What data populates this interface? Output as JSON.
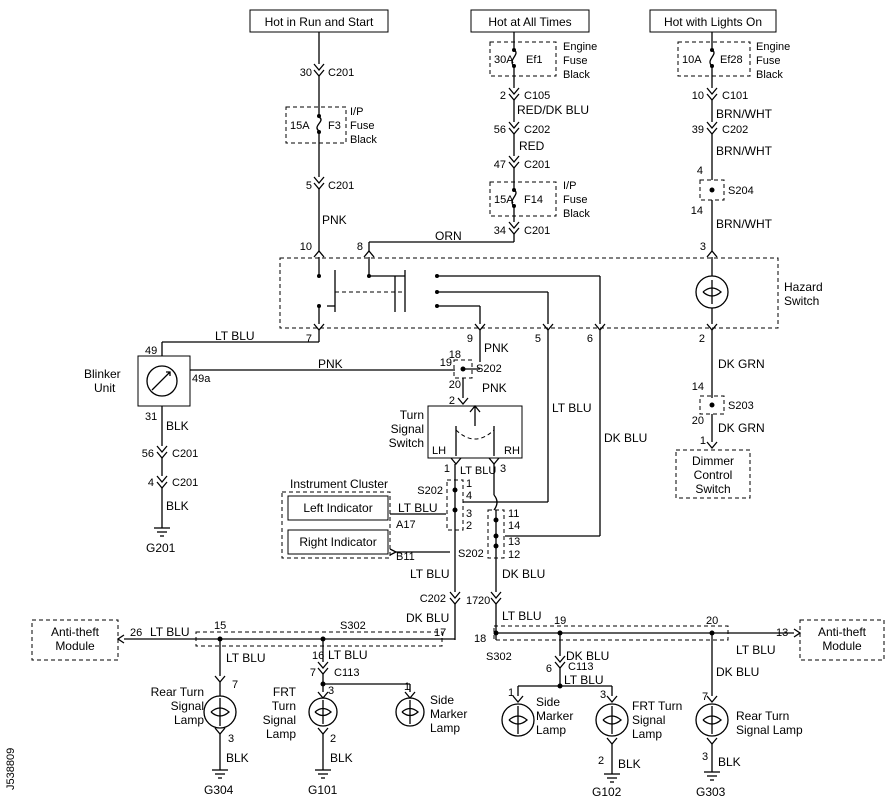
{
  "power": {
    "run_start": "Hot in Run and Start",
    "all_times": "Hot at All Times",
    "lights_on": "Hot with Lights On"
  },
  "fuses": {
    "f3": {
      "rating": "15A",
      "name": "F3",
      "l1": "I/P",
      "l2": "Fuse",
      "l3": "Black"
    },
    "ef1": {
      "rating": "30A",
      "name": "Ef1",
      "l1": "Engine",
      "l2": "Fuse",
      "l3": "Black"
    },
    "f14": {
      "rating": "15A",
      "name": "F14",
      "l1": "I/P",
      "l2": "Fuse",
      "l3": "Black"
    },
    "ef28": {
      "rating": "10A",
      "name": "Ef28",
      "l1": "Engine",
      "l2": "Fuse",
      "l3": "Black"
    }
  },
  "connectors": {
    "c201_30": {
      "pin": "30",
      "name": "C201"
    },
    "c201_5": {
      "pin": "5",
      "name": "C201"
    },
    "c105_2": {
      "pin": "2",
      "name": "C105"
    },
    "c202_56": {
      "pin": "56",
      "name": "C202"
    },
    "c201_47": {
      "pin": "47",
      "name": "C201"
    },
    "c201_34": {
      "pin": "34",
      "name": "C201"
    },
    "c101_10": {
      "pin": "10",
      "name": "C101"
    },
    "c202_39": {
      "pin": "39",
      "name": "C202"
    },
    "c201_56": {
      "pin": "56",
      "name": "C201"
    },
    "c201_4": {
      "pin": "4",
      "name": "C201"
    },
    "c202_mid": {
      "name": "C202",
      "pin_a": "17",
      "pin_b": "20"
    },
    "c113_left": {
      "pin": "7",
      "name": "C113"
    },
    "c113_right": {
      "pin": "6",
      "name": "C113"
    }
  },
  "wires": {
    "pnk": "PNK",
    "red_dk_blu": "RED/DK BLU",
    "red": "RED",
    "orn": "ORN",
    "brn_wht": "BRN/WHT",
    "lt_blu": "LT BLU",
    "blk": "BLK",
    "dk_grn": "DK GRN",
    "dk_blu": "DK BLU"
  },
  "splices": {
    "s204": {
      "name": "S204",
      "top": "4",
      "bot": "14"
    },
    "s202_top": {
      "name": "S202",
      "top": "18",
      "mid": "19",
      "bot": "20"
    },
    "s203": {
      "name": "S203",
      "top": "14",
      "bot": "20"
    },
    "s202_left": {
      "name": "S202",
      "pins": [
        "1",
        "4",
        "3",
        "2"
      ]
    },
    "s202_right": {
      "name": "S202",
      "pins": [
        "11",
        "14",
        "13",
        "12"
      ]
    },
    "s302_left": {
      "name": "S302",
      "p15": "15",
      "p17": "17",
      "p16": "16"
    },
    "s302_right": {
      "name": "S302",
      "p18": "18",
      "p19": "19",
      "p20": "20"
    }
  },
  "hazard": {
    "label1": "Hazard",
    "label2": "Switch",
    "pins": {
      "p10": "10",
      "p8": "8",
      "p3": "3",
      "p7": "7",
      "p9": "9",
      "p5": "5",
      "p6": "6",
      "p2": "2"
    }
  },
  "blinker": {
    "label1": "Blinker",
    "label2": "Unit",
    "p49": "49",
    "p49a": "49a",
    "p31": "31"
  },
  "turn_switch": {
    "label1": "Turn",
    "label2": "Signal",
    "label3": "Switch",
    "lh": "LH",
    "rh": "RH",
    "p2": "2",
    "p1": "1",
    "p3": "3"
  },
  "dimmer": {
    "l1": "Dimmer",
    "l2": "Control",
    "l3": "Switch",
    "pin": "1"
  },
  "cluster": {
    "title": "Instrument Cluster",
    "left": "Left Indicator",
    "right": "Right Indicator",
    "a17": "A17",
    "b11": "B11"
  },
  "modules": {
    "left": {
      "l1": "Anti-theft",
      "l2": "Module",
      "pin": "26"
    },
    "right": {
      "l1": "Anti-theft",
      "l2": "Module",
      "pin": "13"
    }
  },
  "lamps": {
    "rear_left": {
      "l1": "Rear Turn",
      "l2": "Signal",
      "l3": "Lamp",
      "p_top": "7",
      "p_bot": "3"
    },
    "frt_left": {
      "l1": "FRT",
      "l2": "Turn",
      "l3": "Signal",
      "l4": "Lamp",
      "p_top": "3",
      "p_bot": "2"
    },
    "side_left": {
      "l1": "Side",
      "l2": "Marker",
      "l3": "Lamp",
      "p_top": "1"
    },
    "side_right": {
      "l1": "Side",
      "l2": "Marker",
      "l3": "Lamp",
      "p_top": "1"
    },
    "frt_right": {
      "l1": "FRT Turn",
      "l2": "Signal",
      "l3": "Lamp",
      "p_top": "3",
      "p_bot": "2"
    },
    "rear_right": {
      "l1": "Rear Turn",
      "l2": "Signal Lamp",
      "p_top": "7",
      "p_bot": "3"
    }
  },
  "grounds": {
    "g201": "G201",
    "g304": "G304",
    "g101": "G101",
    "g102": "G102",
    "g303": "G303"
  },
  "doc_id": "J538809"
}
